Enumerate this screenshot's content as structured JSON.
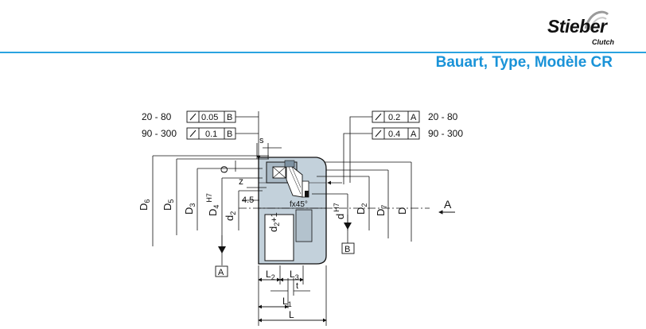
{
  "logo": {
    "brand": "Stieber",
    "sub": "Clutch"
  },
  "title": "Bauart, Type, Modèle CR",
  "tolerances_left": [
    {
      "range": "20 -  80",
      "value": "0.05",
      "datum": "B"
    },
    {
      "range": "90 - 300",
      "value": "0.1",
      "datum": "B"
    }
  ],
  "tolerances_right": [
    {
      "range": "20 -  80",
      "value": "0.2",
      "datum": "A"
    },
    {
      "range": "90 - 300",
      "value": "0.4",
      "datum": "A"
    }
  ],
  "dimensions": {
    "D6": "D",
    "D6_sub": "6",
    "D5": "D",
    "D5_sub": "5",
    "D3": "D",
    "D3_sub": "3",
    "D4": "D",
    "D4_sub": "4",
    "D4_sup": "H7",
    "d2": "d",
    "d2_sub": "2",
    "d2p1": "d",
    "d2p1_sub": "2",
    "d2p1_tail": "+1",
    "O": "O",
    "z": "z",
    "s": "s",
    "dim45": "4.5",
    "fx45": "fx45°",
    "dH7": "d",
    "dH7_sup": "H7",
    "D2": "D",
    "D2_sub": "2",
    "D7": "D",
    "D7_sub": "7",
    "D": "D",
    "L2": "L",
    "L2_sub": "2",
    "L3": "L",
    "L3_sub": "3",
    "t": "t",
    "L1": "L",
    "L1_sub": "1",
    "L": "L"
  },
  "datums": {
    "A": "A",
    "B": "B"
  },
  "view_arrow": "A"
}
